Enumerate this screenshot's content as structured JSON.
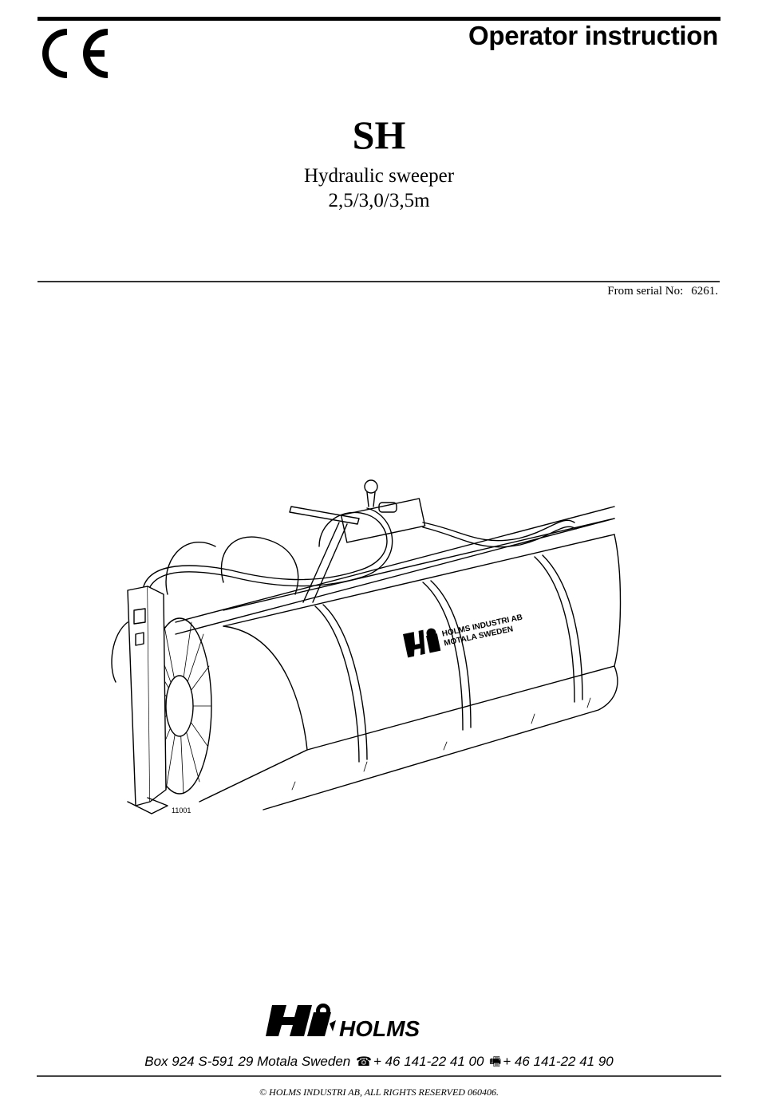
{
  "header": {
    "certification_mark": "CE",
    "document_type": "Operator instruction"
  },
  "product": {
    "model": "SH",
    "name": "Hydraulic sweeper",
    "sizes": "2,5/3,0/3,5m"
  },
  "serial": {
    "label": "From serial No:",
    "value": "6261."
  },
  "illustration": {
    "decal_line1": "HOLMS INDUSTRI AB",
    "decal_line2": "MOTALA SWEDEN",
    "figure_number": "11001"
  },
  "footer": {
    "brand": "HOLMS",
    "address": "Box 924 S-591 29 Motala Sweden",
    "phone_icon": "telephone-icon",
    "phone": "+ 46 141-22 41 00",
    "fax_icon": "fax-icon",
    "fax": "+ 46 141-22 41 90",
    "copyright": "© HOLMS INDUSTRI AB, ALL RIGHTS RESERVED 060406."
  }
}
